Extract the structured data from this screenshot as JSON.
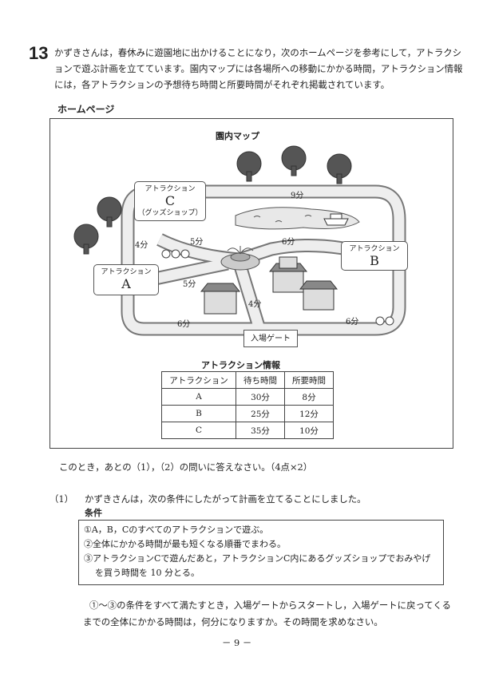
{
  "question_number": "13",
  "intro": "かずきさんは，春休みに遊園地に出かけることになり，次のホームページを参考にして，アトラクションで遊ぶ計画を立てています。園内マップには各場所への移動にかかる時間，アトラクション情報には，各アトラクションの予想待ち時間と所要時間がそれぞれ掲載されています。",
  "homepage_label": "ホームページ",
  "map": {
    "title": "園内マップ",
    "attractions": {
      "c_small": "アトラクション",
      "c_big": "C",
      "c_sub": "（グッズショップ）",
      "b_small": "アトラクション",
      "b_big": "B",
      "a_small": "アトラクション",
      "a_big": "A"
    },
    "gate": "入場ゲート",
    "times": {
      "c_b_top": "9分",
      "c_a": "4分",
      "c_center": "5分",
      "center_b": "6分",
      "center_a": "5分",
      "center_gate": "4分",
      "a_gate": "6分",
      "b_gate": "6分"
    }
  },
  "table": {
    "title": "アトラクション情報",
    "headers": [
      "アトラクション",
      "待ち時間",
      "所要時間"
    ],
    "rows": [
      [
        "A",
        "30分",
        "8分"
      ],
      [
        "B",
        "25分",
        "12分"
      ],
      [
        "C",
        "35分",
        "10分"
      ]
    ]
  },
  "prompt": "このとき，あとの（1），（2）の問いに答えなさい。（4点×2）",
  "q1": {
    "number": "（1）",
    "text": "かずきさんは，次の条件にしたがって計画を立てることにしました。",
    "cond_label": "条件",
    "conditions": [
      "①A，B，Cのすべてのアトラクションで遊ぶ。",
      "②全体にかかる時間が最も短くなる順番でまわる。",
      "③アトラクションCで遊んだあと，アトラクションC内にあるグッズショップでおみやげ",
      "を買う時間を 10 分とる。"
    ],
    "question_line1": "①～③の条件をすべて満たすとき，入場ゲートからスタートし，入場ゲートに戻ってくる",
    "question_line2": "までの全体にかかる時間は，何分になりますか。その時間を求めなさい。"
  },
  "page_number": "－ 9 －"
}
